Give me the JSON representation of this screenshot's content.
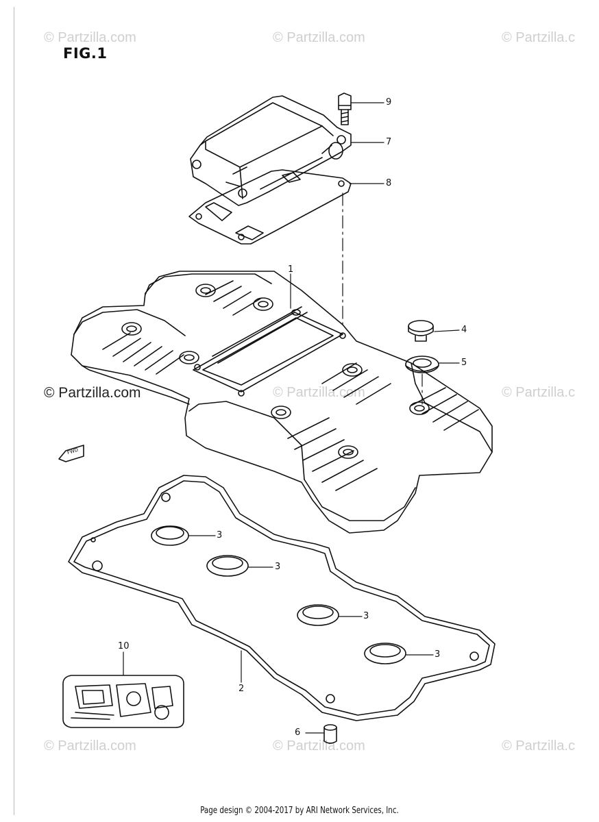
{
  "figure": {
    "title": "FIG.1"
  },
  "watermarks": {
    "text": "© Partzilla.com",
    "text_clipped": "© Partzilla.c"
  },
  "fwd_label": "FWD",
  "callouts": {
    "c1": "1",
    "c2": "2",
    "c3a": "3",
    "c3b": "3",
    "c3c": "3",
    "c3d": "3",
    "c4": "4",
    "c5": "5",
    "c6": "6",
    "c7": "7",
    "c8": "8",
    "c9": "9",
    "c10": "10"
  },
  "footer": "Page design © 2004-2017 by ARI Network Services, Inc."
}
